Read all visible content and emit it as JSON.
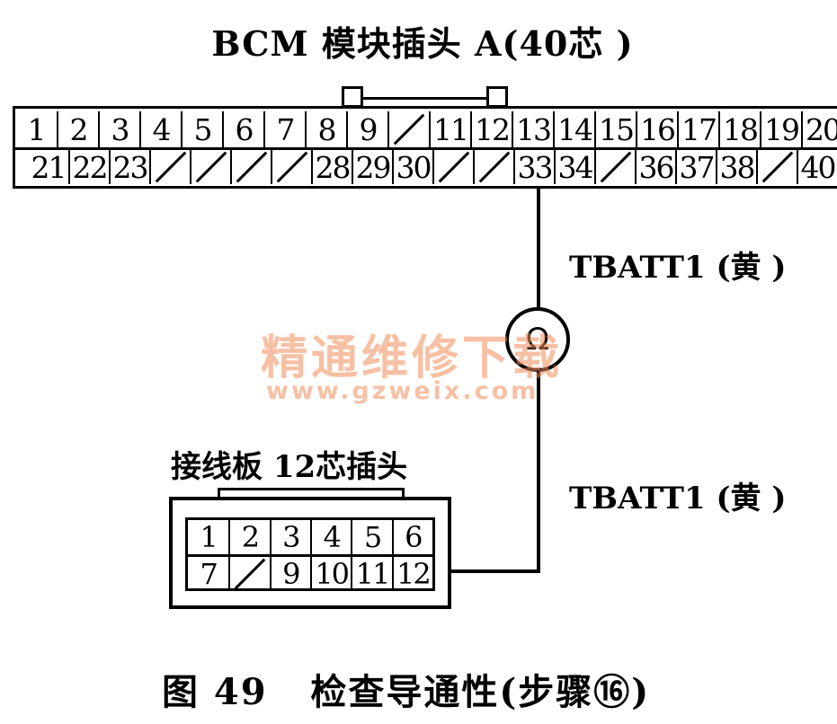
{
  "bcm_connector": {
    "title": "BCM 模块插头 A(40芯 )",
    "row1": [
      "1",
      "2",
      "3",
      "4",
      "5",
      "6",
      "7",
      "8",
      "9",
      "",
      "11",
      "12",
      "13",
      "14",
      "15",
      "16",
      "17",
      "18",
      "19",
      "20"
    ],
    "row2": [
      "21",
      "22",
      "23",
      "",
      "",
      "",
      "",
      "28",
      "29",
      "30",
      "",
      "",
      "33",
      "34",
      "",
      "36",
      "37",
      "38",
      "",
      "40"
    ]
  },
  "meter": {
    "symbol": "Ω"
  },
  "wires": {
    "upper_label": "TBATT1 (黄 )",
    "lower_label": "TBATT1 (黄 )"
  },
  "junction_block": {
    "title": "接线板 12芯插头",
    "row1": [
      "1",
      "2",
      "3",
      "4",
      "5",
      "6"
    ],
    "row2": [
      "7",
      "",
      "9",
      "10",
      "11",
      "12"
    ]
  },
  "watermark": {
    "text": "精通维修下载",
    "url": "www.gzweix.com"
  },
  "caption": {
    "figure": "图 49",
    "text": "检查导通性(步骤⑯)"
  },
  "colors": {
    "line": "#000000",
    "watermark": "#f08c5a",
    "background": "#ffffff"
  }
}
